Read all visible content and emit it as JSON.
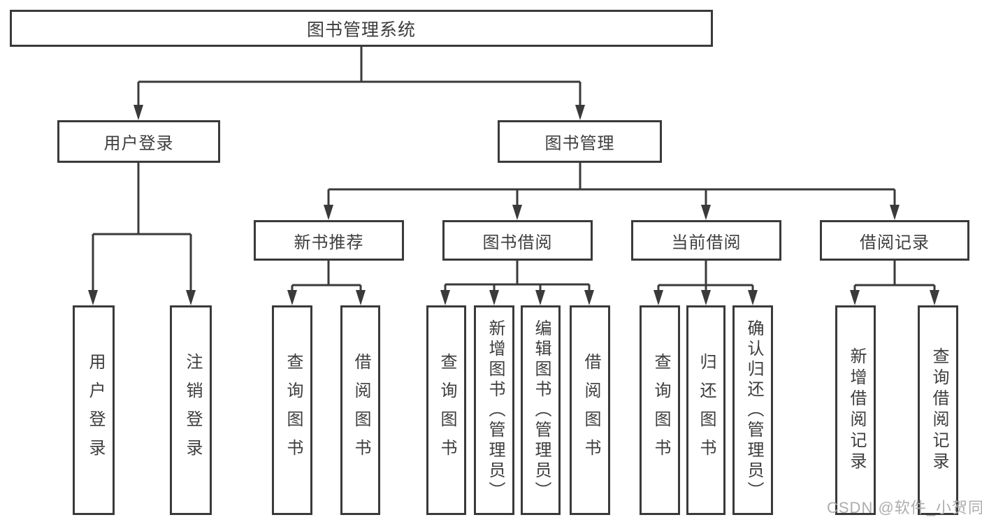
{
  "diagram": {
    "title": "图书管理系统",
    "watermark": "CSDN @软件_小贺同学",
    "colors": {
      "line": "#3a3a3a",
      "text": "#3d3d3d",
      "watermark": "#adadad",
      "background": "#ffffff"
    },
    "root": {
      "label": "图书管理系统"
    },
    "level2": [
      {
        "id": "user-login",
        "label": "用户登录"
      },
      {
        "id": "book-management",
        "label": "图书管理"
      }
    ],
    "level3": [
      {
        "id": "new-book-recommend",
        "parent": "图书管理",
        "label": "新书推荐"
      },
      {
        "id": "book-borrow",
        "parent": "图书管理",
        "label": "图书借阅"
      },
      {
        "id": "current-borrow",
        "parent": "图书管理",
        "label": "当前借阅"
      },
      {
        "id": "borrow-records",
        "parent": "图书管理",
        "label": "借阅记录"
      }
    ],
    "leaves": [
      {
        "id": "user-login-leaf",
        "parent": "用户登录",
        "label": "用户登录"
      },
      {
        "id": "logout",
        "parent": "用户登录",
        "label": "注销登录"
      },
      {
        "id": "query-books-recommend",
        "parent": "新书推荐",
        "label": "查询图书"
      },
      {
        "id": "borrow-books-recommend",
        "parent": "新书推荐",
        "label": "借阅图书"
      },
      {
        "id": "query-books-borrow",
        "parent": "图书借阅",
        "label": "查询图书"
      },
      {
        "id": "add-book-admin",
        "parent": "图书借阅",
        "label": "新增图书（管理员）"
      },
      {
        "id": "edit-book-admin",
        "parent": "图书借阅",
        "label": "编辑图书（管理员）"
      },
      {
        "id": "borrow-books",
        "parent": "图书借阅",
        "label": "借阅图书"
      },
      {
        "id": "query-books-current",
        "parent": "当前借阅",
        "label": "查询图书"
      },
      {
        "id": "return-books",
        "parent": "当前借阅",
        "label": "归还图书"
      },
      {
        "id": "confirm-return-admin",
        "parent": "当前借阅",
        "label": "确认归还（管理员）"
      },
      {
        "id": "add-borrow-record",
        "parent": "借阅记录",
        "label": "新增借阅记录"
      },
      {
        "id": "query-borrow-record",
        "parent": "借阅记录",
        "label": "查询借阅记录"
      }
    ]
  }
}
